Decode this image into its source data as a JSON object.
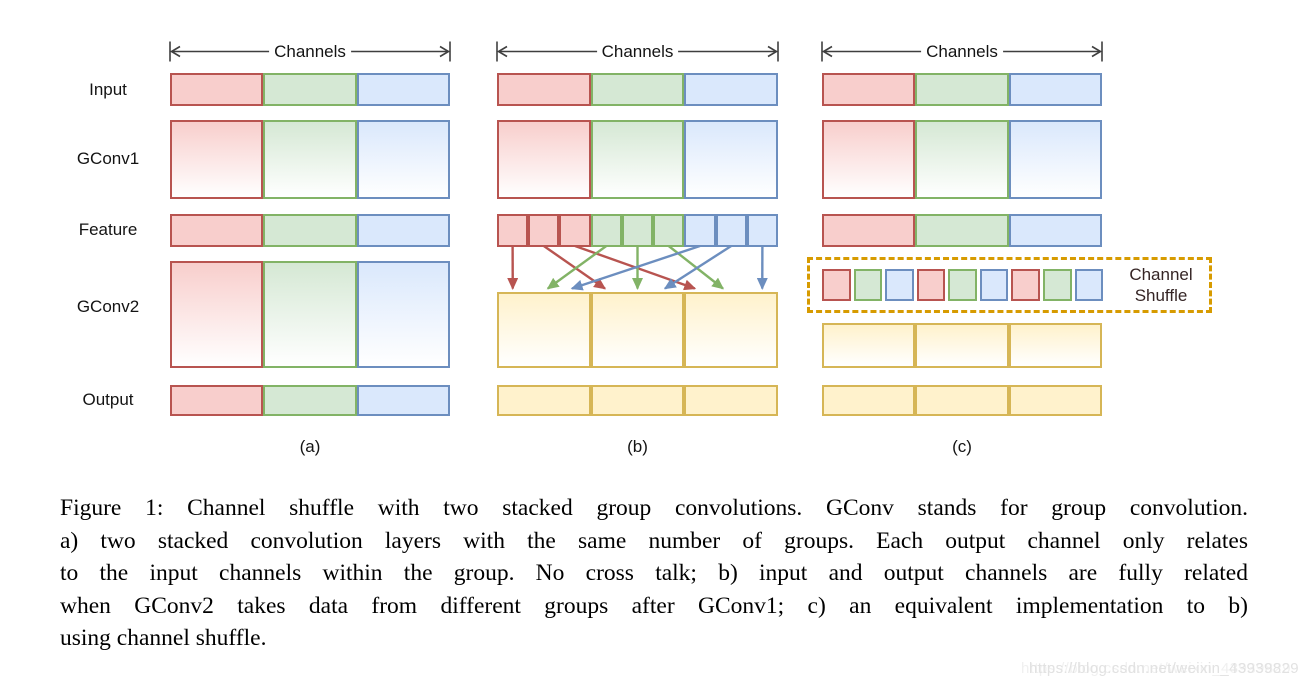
{
  "figure": {
    "channels_label": "Channels",
    "rows": [
      {
        "id": "input",
        "label": "Input"
      },
      {
        "id": "gconv1",
        "label": "GConv1"
      },
      {
        "id": "feature",
        "label": "Feature"
      },
      {
        "id": "gconv2",
        "label": "GConv2"
      },
      {
        "id": "output",
        "label": "Output"
      }
    ],
    "palette": {
      "red": {
        "border": "#b85450",
        "fill": "#f8cecc"
      },
      "green": {
        "border": "#82b366",
        "fill": "#d5e8d4"
      },
      "blue": {
        "border": "#6c8ebf",
        "fill": "#dae8fc"
      },
      "yellow": {
        "border": "#d6b656",
        "fill": "#fff2cc"
      },
      "shuffle_box_border": "#d79b00",
      "measure_arrow": "#3f3f3f"
    },
    "panels": [
      {
        "letter": "(a)",
        "input": [
          "red",
          "green",
          "blue"
        ],
        "gconv1": [
          "red",
          "green",
          "blue"
        ],
        "feature": {
          "type": "segments",
          "colors": [
            "red",
            "green",
            "blue"
          ]
        },
        "gconv2": {
          "colors": [
            "red",
            "green",
            "blue"
          ],
          "variant": "tall"
        },
        "output": [
          "red",
          "green",
          "blue"
        ]
      },
      {
        "letter": "(b)",
        "input": [
          "red",
          "green",
          "blue"
        ],
        "gconv1": [
          "red",
          "green",
          "blue"
        ],
        "feature": {
          "type": "cells",
          "colors": [
            "red",
            "red",
            "red",
            "green",
            "green",
            "green",
            "blue",
            "blue",
            "blue"
          ]
        },
        "crossing_arrows": [
          {
            "color": "red",
            "from_cell": 0,
            "to_frac": 0.056
          },
          {
            "color": "red",
            "from_cell": 1,
            "to_frac": 0.384
          },
          {
            "color": "red",
            "from_cell": 2,
            "to_frac": 0.704
          },
          {
            "color": "green",
            "from_cell": 3,
            "to_frac": 0.181
          },
          {
            "color": "green",
            "from_cell": 4,
            "to_frac": 0.5
          },
          {
            "color": "green",
            "from_cell": 5,
            "to_frac": 0.804
          },
          {
            "color": "blue",
            "from_cell": 6,
            "to_frac": 0.267
          },
          {
            "color": "blue",
            "from_cell": 7,
            "to_frac": 0.598
          },
          {
            "color": "blue",
            "from_cell": 8,
            "to_frac": 0.944
          }
        ],
        "gconv2": {
          "colors": [
            "yellow",
            "yellow",
            "yellow"
          ],
          "variant": "tall"
        },
        "output": [
          "yellow",
          "yellow",
          "yellow"
        ]
      },
      {
        "letter": "(c)",
        "input": [
          "red",
          "green",
          "blue"
        ],
        "gconv1": [
          "red",
          "green",
          "blue"
        ],
        "feature": {
          "type": "segments",
          "colors": [
            "red",
            "green",
            "blue"
          ]
        },
        "shuffle": {
          "label_lines": [
            "Channel",
            "Shuffle"
          ],
          "cells": [
            "red",
            "green",
            "blue",
            "red",
            "green",
            "blue",
            "red",
            "green",
            "blue"
          ]
        },
        "gconv2": {
          "colors": [
            "yellow",
            "yellow",
            "yellow"
          ],
          "variant": "short"
        },
        "output": [
          "yellow",
          "yellow",
          "yellow"
        ]
      }
    ]
  },
  "caption": {
    "lines": [
      "Figure 1: Channel shuffle with two stacked group convolutions. GConv stands for group convolution.",
      "a) two stacked convolution layers with the same number of groups. Each output channel only relates",
      "to the input channels within the group. No cross talk; b) input and output channels are fully related",
      "when GConv2 takes data from different groups after GConv1; c) an equivalent implementation to b)",
      "using channel shuffle."
    ]
  },
  "watermark": {
    "text": "https://blog.csdn.net/weixin_43939829"
  }
}
